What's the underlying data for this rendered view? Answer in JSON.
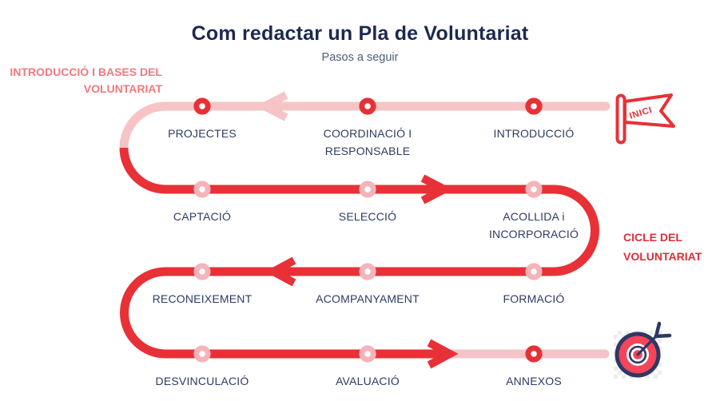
{
  "title": "Com redactar un Pla de Voluntariat",
  "subtitle": "Pasos a seguir",
  "sections": {
    "intro_label": "INTRODUCCIÓ I BASES DEL VOLUNTARIAT",
    "cycle_label": "CICLE DEL VOLUNTARIAT"
  },
  "start_marker": {
    "icon": "flag-icon",
    "label": "INICI"
  },
  "end_marker": {
    "icon": "target-icon"
  },
  "steps": [
    {
      "label": "INTRODUCCIÓ"
    },
    {
      "label": "COORDINACIÓ I RESPONSABLE"
    },
    {
      "label": "PROJECTES"
    },
    {
      "label": "CAPTACIÓ"
    },
    {
      "label": "SELECCIÓ"
    },
    {
      "label": "ACOLLIDA i INCORPORACIÓ"
    },
    {
      "label": "FORMACIÓ"
    },
    {
      "label": "ACOMPANYAMENT"
    },
    {
      "label": "RECONEIXEMENT"
    },
    {
      "label": "DESVINCULACIÓ"
    },
    {
      "label": "AVALUACIÓ"
    },
    {
      "label": "ANNEXOS"
    }
  ],
  "colors": {
    "path_red": "#e73137",
    "path_pink": "#f6c4c7",
    "node_ring_pink": "#f4b4b9",
    "intro_label_color": "#ef797f",
    "cycle_label_color": "#dd2f39",
    "title_navy": "#1c2950",
    "step_label_navy": "#2e3b63",
    "target_navy": "#2e3863",
    "target_red": "#f4455b"
  }
}
